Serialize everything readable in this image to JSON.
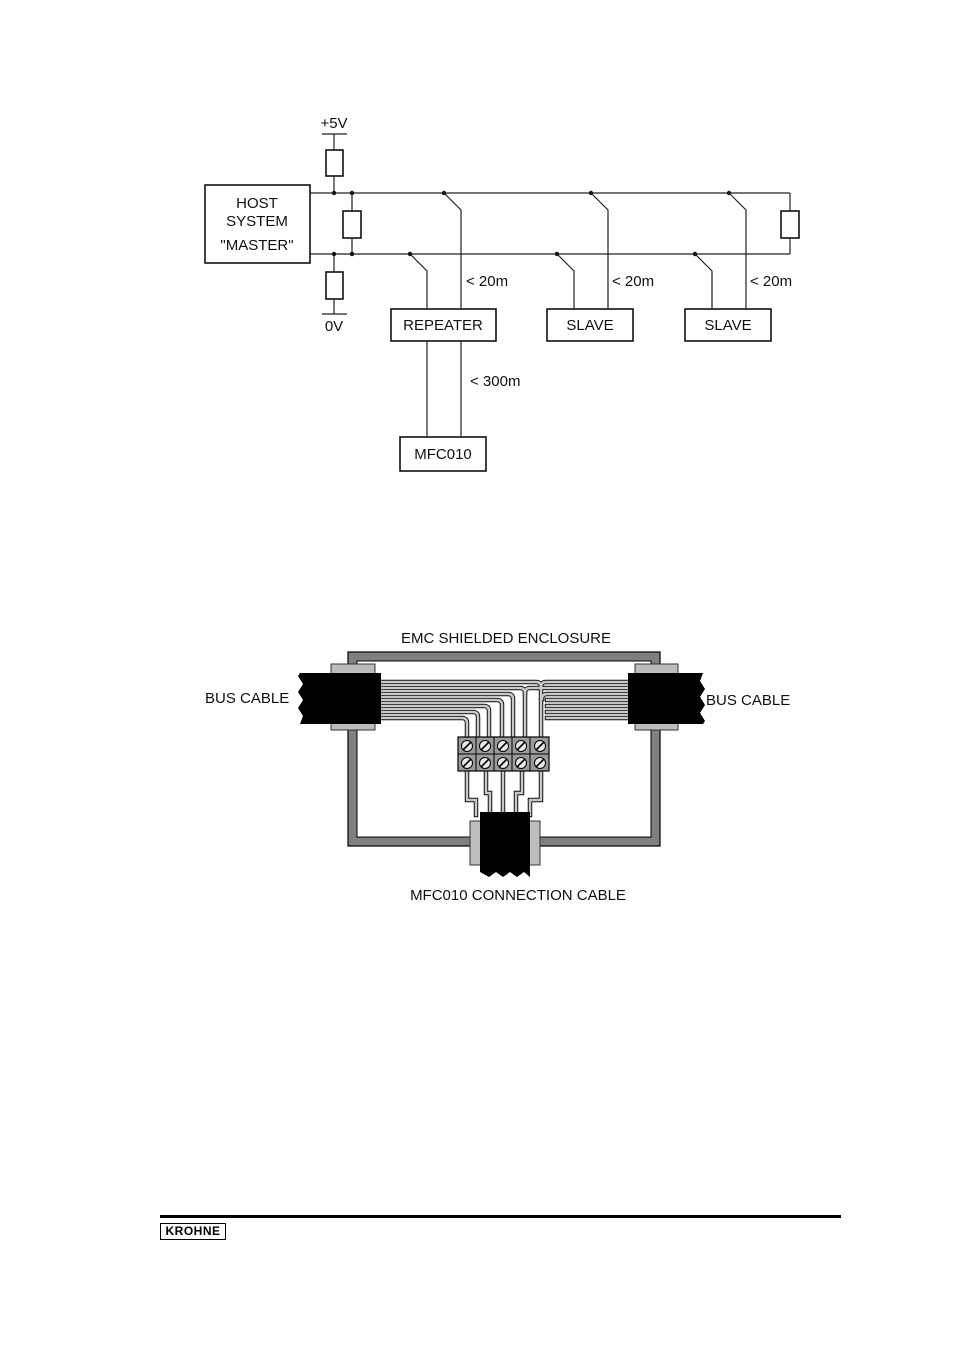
{
  "bus_diagram": {
    "supply_plus": "+5V",
    "supply_zero": "0V",
    "host_line1": "HOST",
    "host_line2": "SYSTEM",
    "host_line3": "\"MASTER\"",
    "repeater": "REPEATER",
    "slave1": "SLAVE",
    "slave2": "SLAVE",
    "mfc": "MFC010",
    "stub1": "< 20m",
    "stub2": "< 20m",
    "stub3": "< 20m",
    "repeater_link": "< 300m"
  },
  "enclosure_diagram": {
    "title": "EMC SHIELDED ENCLOSURE",
    "bus_cable_left": "BUS CABLE",
    "bus_cable_right": "BUS CABLE",
    "connection_cable": "MFC010 CONNECTION CABLE"
  },
  "footer": {
    "logo": "KROHNE"
  }
}
